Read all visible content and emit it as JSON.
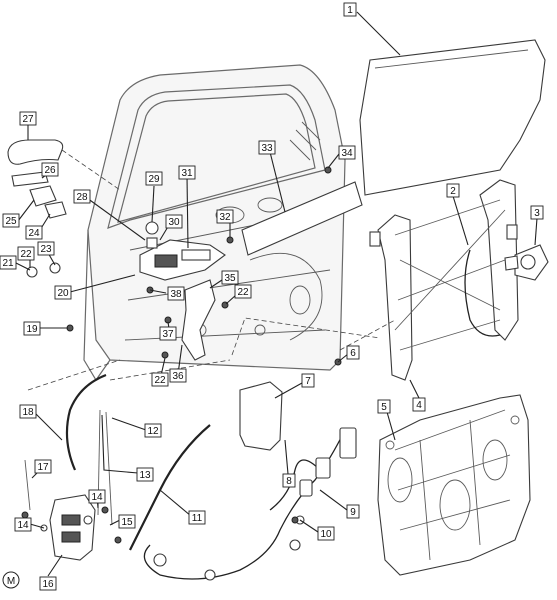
{
  "diagram": {
    "badge": "M",
    "callouts": [
      {
        "id": "c1",
        "label": "1"
      },
      {
        "id": "c2",
        "label": "2"
      },
      {
        "id": "c3",
        "label": "3"
      },
      {
        "id": "c4",
        "label": "4"
      },
      {
        "id": "c5",
        "label": "5"
      },
      {
        "id": "c6",
        "label": "6"
      },
      {
        "id": "c7",
        "label": "7"
      },
      {
        "id": "c8",
        "label": "8"
      },
      {
        "id": "c9",
        "label": "9"
      },
      {
        "id": "c10",
        "label": "10"
      },
      {
        "id": "c11",
        "label": "11"
      },
      {
        "id": "c12",
        "label": "12"
      },
      {
        "id": "c13",
        "label": "13"
      },
      {
        "id": "c14a",
        "label": "14"
      },
      {
        "id": "c14b",
        "label": "14"
      },
      {
        "id": "c15",
        "label": "15"
      },
      {
        "id": "c16",
        "label": "16"
      },
      {
        "id": "c17",
        "label": "17"
      },
      {
        "id": "c18",
        "label": "18"
      },
      {
        "id": "c19",
        "label": "19"
      },
      {
        "id": "c20",
        "label": "20"
      },
      {
        "id": "c21",
        "label": "21"
      },
      {
        "id": "c22a",
        "label": "22"
      },
      {
        "id": "c22b",
        "label": "22"
      },
      {
        "id": "c22c",
        "label": "22"
      },
      {
        "id": "c23",
        "label": "23"
      },
      {
        "id": "c24",
        "label": "24"
      },
      {
        "id": "c25",
        "label": "25"
      },
      {
        "id": "c26",
        "label": "26"
      },
      {
        "id": "c27",
        "label": "27"
      },
      {
        "id": "c28",
        "label": "28"
      },
      {
        "id": "c29",
        "label": "29"
      },
      {
        "id": "c30",
        "label": "30"
      },
      {
        "id": "c31",
        "label": "31"
      },
      {
        "id": "c32",
        "label": "32"
      },
      {
        "id": "c33",
        "label": "33"
      },
      {
        "id": "c34",
        "label": "34"
      },
      {
        "id": "c35",
        "label": "35"
      },
      {
        "id": "c36",
        "label": "36"
      },
      {
        "id": "c37",
        "label": "37"
      },
      {
        "id": "c38",
        "label": "38"
      }
    ]
  }
}
